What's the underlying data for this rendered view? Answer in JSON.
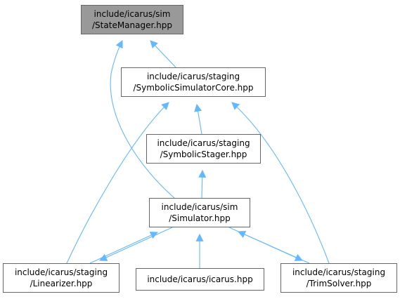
{
  "diagram": {
    "colors": {
      "edge": "#63b8ff",
      "root_fill": "#999999",
      "node_fill": "#ffffff",
      "node_border": "#666666"
    },
    "nodes": [
      {
        "id": "statemanager",
        "lines": [
          "include/icarus/sim",
          "/StateManager.hpp"
        ],
        "highlighted": true
      },
      {
        "id": "symbolicsimulatorcore",
        "lines": [
          "include/icarus/staging",
          "/SymbolicSimulatorCore.hpp"
        ]
      },
      {
        "id": "symbolicstager",
        "lines": [
          "include/icarus/staging",
          "/SymbolicStager.hpp"
        ]
      },
      {
        "id": "simulator",
        "lines": [
          "include/icarus/sim",
          "/Simulator.hpp"
        ]
      },
      {
        "id": "linearizer",
        "lines": [
          "include/icarus/staging",
          "/Linearizer.hpp"
        ]
      },
      {
        "id": "icarus",
        "lines": [
          "include/icarus/icarus.hpp"
        ]
      },
      {
        "id": "trimsolver",
        "lines": [
          "include/icarus/staging",
          "/TrimSolver.hpp"
        ]
      }
    ],
    "edges": [
      {
        "from": "symbolicsimulatorcore",
        "to": "statemanager"
      },
      {
        "from": "simulator",
        "to": "statemanager"
      },
      {
        "from": "symbolicstager",
        "to": "symbolicsimulatorcore"
      },
      {
        "from": "linearizer",
        "to": "symbolicsimulatorcore"
      },
      {
        "from": "trimsolver",
        "to": "symbolicsimulatorcore"
      },
      {
        "from": "simulator",
        "to": "symbolicstager"
      },
      {
        "from": "linearizer",
        "to": "simulator"
      },
      {
        "from": "simulator",
        "to": "linearizer"
      },
      {
        "from": "icarus",
        "to": "simulator"
      },
      {
        "from": "trimsolver",
        "to": "simulator"
      },
      {
        "from": "simulator",
        "to": "trimsolver"
      }
    ]
  }
}
